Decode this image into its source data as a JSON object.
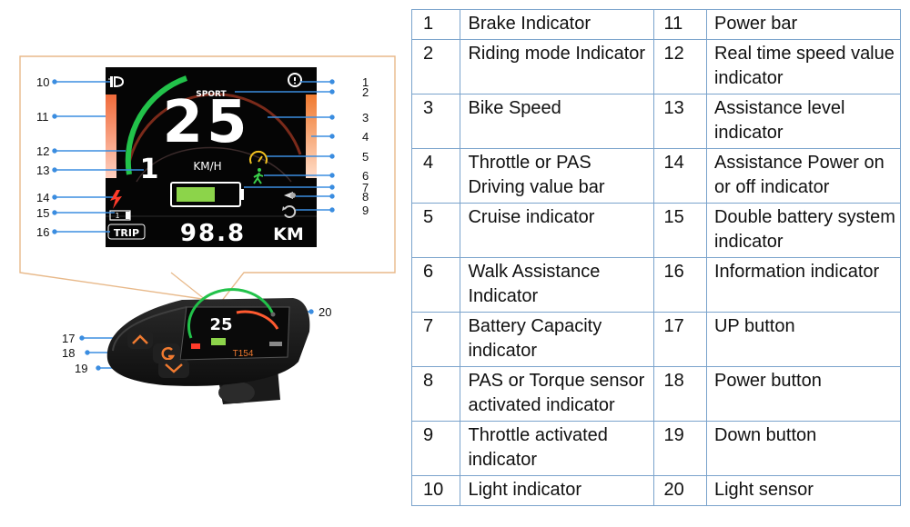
{
  "callouts": [
    "1",
    "2",
    "3",
    "4",
    "5",
    "6",
    "7",
    "8",
    "9",
    "10",
    "11",
    "12",
    "13",
    "14",
    "15",
    "16",
    "17",
    "18",
    "19",
    "20"
  ],
  "screen": {
    "mode": "SPORT",
    "speed": "25",
    "unit": "KM/H",
    "assist_level": "1",
    "battery_pack": "1",
    "info_label": "TRIP",
    "info_value": "98.8",
    "info_unit": "KM"
  },
  "device": {
    "model": "T154",
    "mini_speed": "25"
  },
  "legend": [
    {
      "num": "1",
      "label": "Brake Indicator",
      "num2": "11",
      "label2": "Power bar"
    },
    {
      "num": "2",
      "label": "Riding mode Indicator",
      "num2": "12",
      "label2": "Real time speed value indicator"
    },
    {
      "num": "3",
      "label": "Bike Speed",
      "num2": "13",
      "label2": "Assistance level indicator"
    },
    {
      "num": "4",
      "label": "Throttle or PAS Driving value bar",
      "num2": "14",
      "label2": "Assistance Power on or off indicator"
    },
    {
      "num": "5",
      "label": "Cruise indicator",
      "num2": "15",
      "label2": "Double battery system indicator"
    },
    {
      "num": "6",
      "label": "Walk Assistance Indicator",
      "num2": "16",
      "label2": "Information indicator"
    },
    {
      "num": "7",
      "label": "Battery Capacity indicator",
      "num2": "17",
      "label2": "UP button"
    },
    {
      "num": "8",
      "label": "PAS or Torque sensor activated indicator",
      "num2": "18",
      "label2": "Power button"
    },
    {
      "num": "9",
      "label": "Throttle activated indicator",
      "num2": "19",
      "label2": "Down button"
    },
    {
      "num": "10",
      "label": "Light indicator",
      "num2": "20",
      "label2": "Light sensor"
    }
  ]
}
